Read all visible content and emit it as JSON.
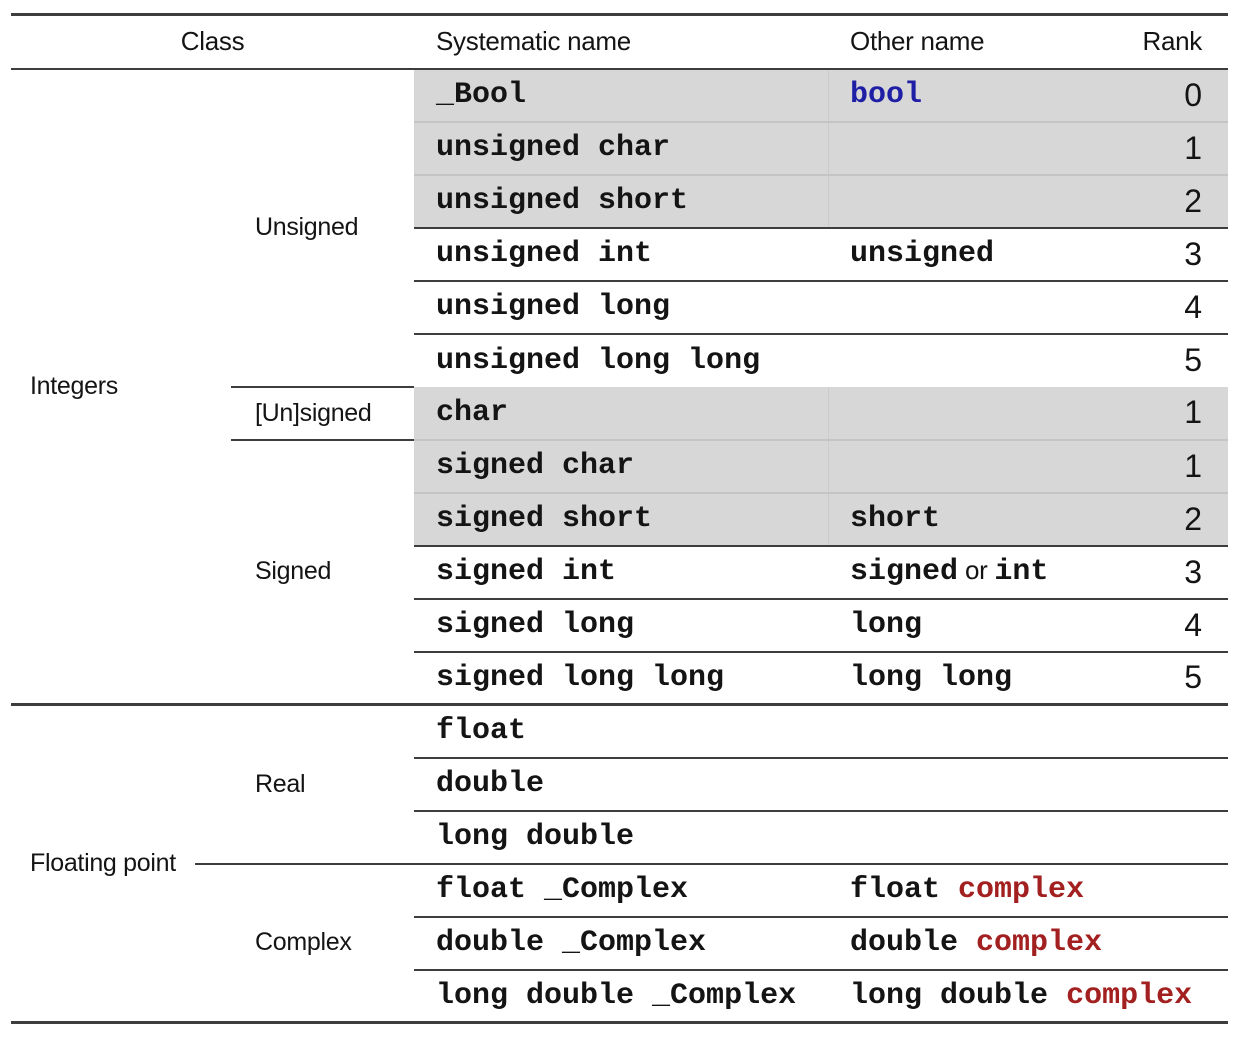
{
  "header": {
    "class": "Class",
    "systematic": "Systematic name",
    "other": "Other name",
    "rank": "Rank"
  },
  "class_cells": [
    {
      "label": "Integers",
      "row": 0,
      "span": 12,
      "classes": [
        "klass-bottom-thick"
      ]
    },
    {
      "label": "Floating point",
      "row": 12,
      "span": 6,
      "classes": [
        "klass-dash"
      ]
    }
  ],
  "subclass_cells": [
    {
      "label": "Unsigned",
      "row": 0,
      "span": 6,
      "classes": [
        "sub-bottom-dark"
      ]
    },
    {
      "label": "[Un]signed",
      "row": 6,
      "span": 1,
      "classes": [
        "sub-boxed"
      ]
    },
    {
      "label": "Signed",
      "row": 7,
      "span": 5,
      "classes": [
        "sub-bottom-thick"
      ]
    },
    {
      "label": "Real",
      "row": 12,
      "span": 3,
      "classes": [
        "sub-bottom-dark"
      ]
    },
    {
      "label": "Complex",
      "row": 15,
      "span": 3,
      "classes": []
    }
  ],
  "rows": [
    {
      "systematic": "_Bool",
      "other": [
        {
          "text": "bool",
          "style": "blue"
        }
      ],
      "rank": "0",
      "shaded": true,
      "sep": "light"
    },
    {
      "systematic": "unsigned char",
      "other": [],
      "rank": "1",
      "shaded": true,
      "sep": "light"
    },
    {
      "systematic": "unsigned short",
      "other": [],
      "rank": "2",
      "shaded": true,
      "sep": "dark"
    },
    {
      "systematic": "unsigned int",
      "other": [
        {
          "text": "unsigned",
          "style": "code"
        }
      ],
      "rank": "3",
      "shaded": false,
      "sep": "dark"
    },
    {
      "systematic": "unsigned long",
      "other": [],
      "rank": "4",
      "shaded": false,
      "sep": "dark"
    },
    {
      "systematic": "unsigned long long",
      "other": [],
      "rank": "5",
      "shaded": false,
      "sep": "none"
    },
    {
      "systematic": "char",
      "other": [],
      "rank": "1",
      "shaded": true,
      "sep": "light"
    },
    {
      "systematic": "signed char",
      "other": [],
      "rank": "1",
      "shaded": true,
      "sep": "light"
    },
    {
      "systematic": "signed short",
      "other": [
        {
          "text": "short",
          "style": "code"
        }
      ],
      "rank": "2",
      "shaded": true,
      "sep": "dark"
    },
    {
      "systematic": "signed int",
      "other": [
        {
          "text": "signed",
          "style": "code"
        },
        {
          "text": " or ",
          "style": "plain"
        },
        {
          "text": "int",
          "style": "code"
        }
      ],
      "rank": "3",
      "shaded": false,
      "sep": "dark"
    },
    {
      "systematic": "signed long",
      "other": [
        {
          "text": "long",
          "style": "code"
        }
      ],
      "rank": "4",
      "shaded": false,
      "sep": "dark"
    },
    {
      "systematic": "signed long long",
      "other": [
        {
          "text": "long long",
          "style": "code"
        }
      ],
      "rank": "5",
      "shaded": false,
      "sep": "thick"
    },
    {
      "systematic": "float",
      "other": [],
      "rank": "",
      "shaded": false,
      "sep": "dark"
    },
    {
      "systematic": "double",
      "other": [],
      "rank": "",
      "shaded": false,
      "sep": "dark"
    },
    {
      "systematic": "long double",
      "other": [],
      "rank": "",
      "shaded": false,
      "sep": "dark"
    },
    {
      "systematic": "float _Complex",
      "other": [
        {
          "text": "float ",
          "style": "code"
        },
        {
          "text": "complex",
          "style": "red"
        }
      ],
      "rank": "",
      "shaded": false,
      "sep": "dark"
    },
    {
      "systematic": "double _Complex",
      "other": [
        {
          "text": "double ",
          "style": "code"
        },
        {
          "text": "complex",
          "style": "red"
        }
      ],
      "rank": "",
      "shaded": false,
      "sep": "dark"
    },
    {
      "systematic": "long double _Complex",
      "other": [
        {
          "text": "long double ",
          "style": "code"
        },
        {
          "text": "complex",
          "style": "red"
        }
      ],
      "rank": "",
      "shaded": false,
      "sep": "none"
    }
  ],
  "colors": {
    "shaded_row_bg": "#d7d7d7",
    "rule_dark": "#3d3d3d",
    "rule_light": "#c4c4c4",
    "keyword_blue": "#1f1fa5",
    "keyword_red": "#a32020"
  }
}
